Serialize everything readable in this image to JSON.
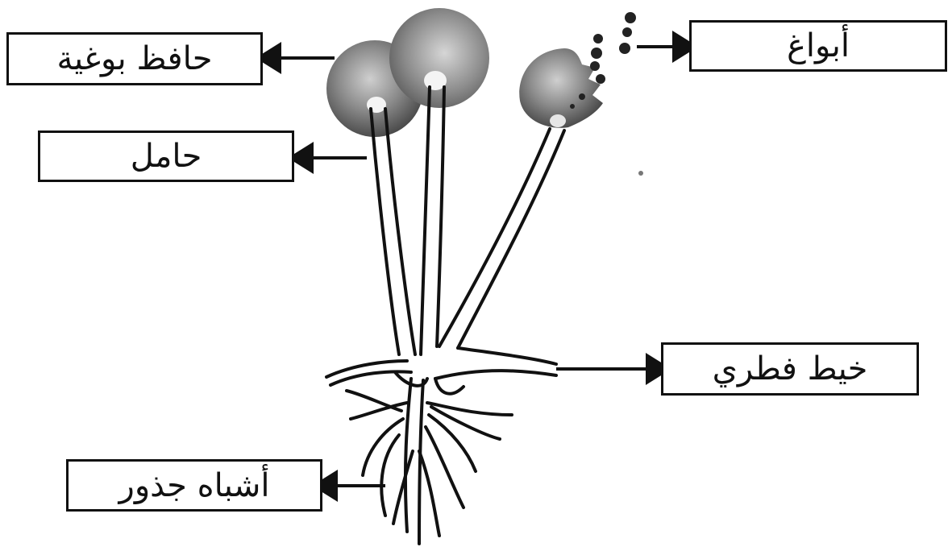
{
  "labels": {
    "sporangia": "حافظ بوغية",
    "spores": "أبواغ",
    "stalk": "حامل",
    "hypha": "خيط فطري",
    "rhizoids": "أشباه جذور"
  },
  "colors": {
    "ink": "#111111",
    "sporangium_light": "#d8d8d8",
    "sporangium_dark": "#5a5a5a",
    "background": "#ffffff"
  }
}
